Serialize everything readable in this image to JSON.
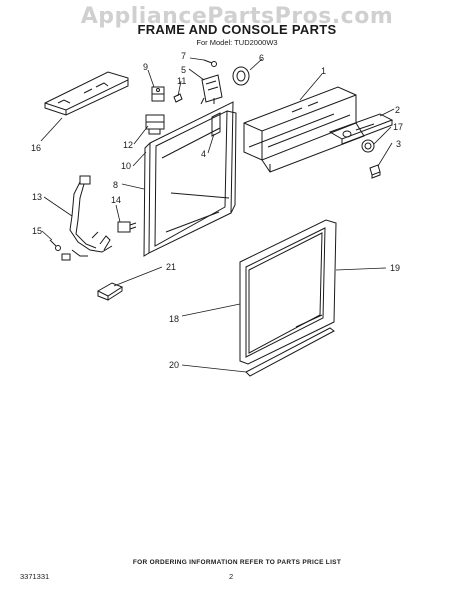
{
  "watermark": "AppliancePartsPros.com",
  "title": "FRAME AND CONSOLE PARTS",
  "model_line": "For Model: TUD2000W3",
  "callouts": [
    "1",
    "2",
    "3",
    "4",
    "5",
    "6",
    "7",
    "8",
    "9",
    "10",
    "11",
    "12",
    "13",
    "14",
    "15",
    "16",
    "17",
    "18",
    "19",
    "20",
    "21"
  ],
  "footer_note": "FOR ORDERING INFORMATION REFER TO PARTS PRICE LIST",
  "doc_number": "3371331",
  "page_number": "2"
}
